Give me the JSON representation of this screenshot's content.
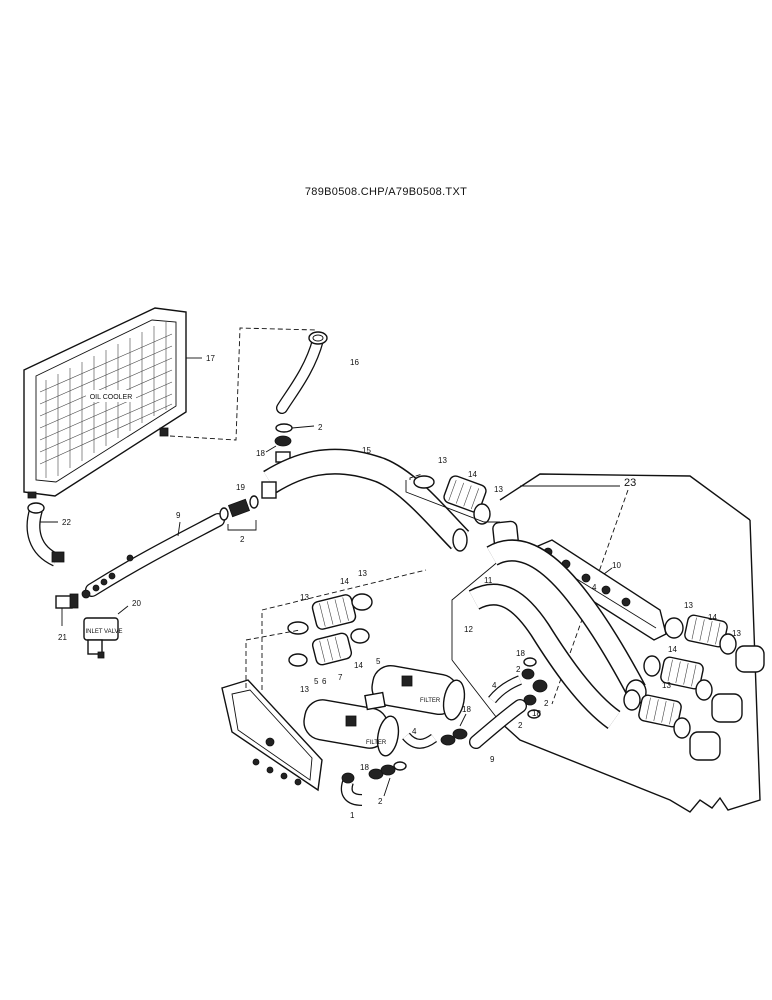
{
  "file_reference": "789B0508.CHP/A79B0508.TXT",
  "component_labels": {
    "oil_cooler": "OIL COOLER",
    "filter": "FILTER",
    "inlet_valve": "INLET VALVE"
  },
  "callouts": {
    "c1": "1",
    "c2": "2",
    "c4": "4",
    "c5": "5",
    "c6": "6",
    "c7": "7",
    "c9": "9",
    "c10": "10",
    "c11": "11",
    "c12": "12",
    "c13": "13",
    "c14": "14",
    "c15": "15",
    "c16": "16",
    "c17": "17",
    "c18": "18",
    "c19": "19",
    "c20": "20",
    "c21": "21",
    "c22": "22",
    "c23": "23"
  }
}
